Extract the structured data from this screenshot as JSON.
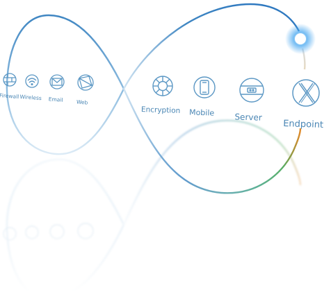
{
  "colors": {
    "loop_blue": "#3f86c2",
    "loop_light": "#cfe3f2",
    "loop_green": "#4aa85a",
    "loop_orange": "#e08a2a",
    "icon_stroke": "#5b97c4",
    "label_text": "#4a86b4",
    "glow": "#4aa8f0"
  },
  "nodes": [
    {
      "label": "Firewall",
      "icon": "firewall-icon"
    },
    {
      "label": "Wireless",
      "icon": "wireless-icon"
    },
    {
      "label": "Email",
      "icon": "email-icon"
    },
    {
      "label": "Web",
      "icon": "web-icon"
    },
    {
      "label": "Encryption",
      "icon": "encryption-icon"
    },
    {
      "label": "Mobile",
      "icon": "mobile-icon"
    },
    {
      "label": "Server",
      "icon": "server-icon"
    },
    {
      "label": "Endpoint",
      "icon": "endpoint-icon"
    }
  ]
}
